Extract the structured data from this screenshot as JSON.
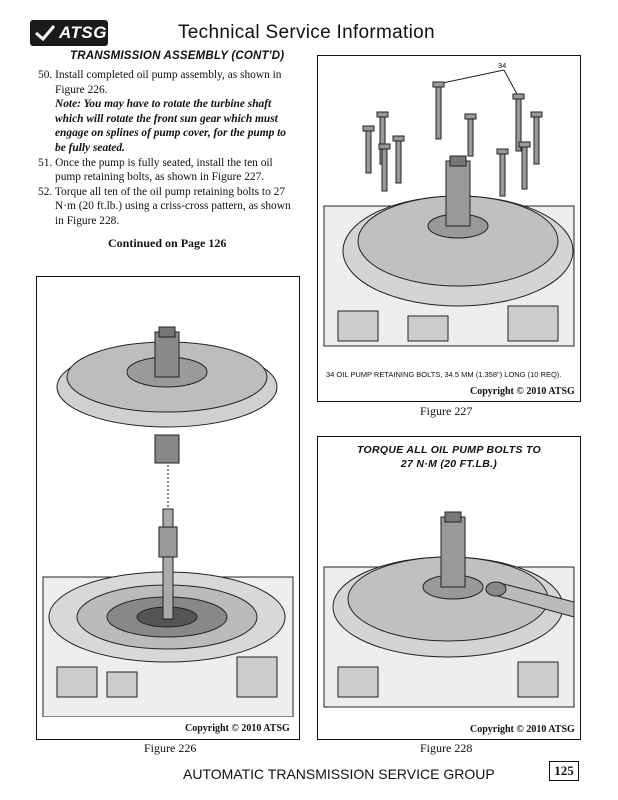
{
  "header": {
    "logo_text": "ATSG",
    "title": "Technical Service Information"
  },
  "section": {
    "title": "TRANSMISSION ASSEMBLY (CONT'D)"
  },
  "steps": [
    {
      "text": "50. Install completed oil pump assembly, as shown in Figure 226."
    },
    {
      "text": "51. Once the pump is fully seated, install the ten oil pump retaining bolts, as shown in Figure 227."
    },
    {
      "text": "52. Torque all ten of the oil pump retaining bolts to 27 N·m (20 ft.lb.) using a criss-cross pattern, as shown in Figure 228."
    }
  ],
  "note": "Note: You may have to rotate the turbine shaft which will rotate the front sun gear which must engage on splines of pump cover, for the pump to be fully seated.",
  "continued": "Continued on Page 126",
  "figures": {
    "fig226": {
      "caption": "Figure 226",
      "copyright": "Copyright © 2010 ATSG"
    },
    "fig227": {
      "caption": "Figure 227",
      "copyright": "Copyright © 2010 ATSG",
      "callout": "34",
      "legend": "34  OIL PUMP RETAINING BOLTS, 34.5 MM (1.358\") LONG (10 REQ)."
    },
    "fig228": {
      "caption": "Figure 228",
      "copyright": "Copyright © 2010 ATSG",
      "title_line1": "TORQUE ALL OIL PUMP BOLTS TO",
      "title_line2": "27 N·M (20 FT.LB.)"
    }
  },
  "footer": {
    "org": "AUTOMATIC TRANSMISSION SERVICE GROUP",
    "page_number": "125"
  }
}
